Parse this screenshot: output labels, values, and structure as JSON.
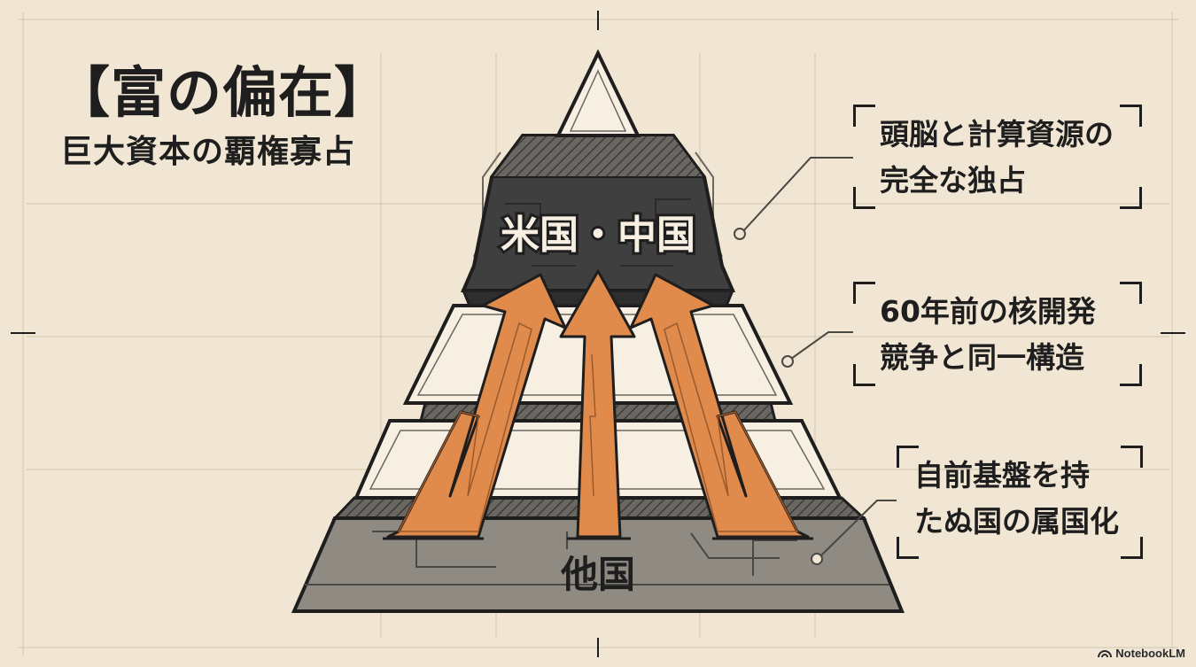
{
  "title": "【富の偏在】",
  "subtitle": "巨大資本の覇権寡占",
  "pyramid": {
    "top_label": "米国・中国",
    "bottom_label": "他国"
  },
  "callouts": [
    {
      "lines": [
        "頭脳と計算資源の",
        "完全な独占"
      ]
    },
    {
      "lines": [
        "60年前の核開発",
        "競争と同一構造"
      ]
    },
    {
      "lines": [
        "自前基盤を持",
        "たぬ国の属国化"
      ]
    }
  ],
  "watermark": "NotebookLM",
  "colors": {
    "background": "#f1e6d3",
    "ink": "#1e1e1e",
    "top_block": "#3f3f3f",
    "bottom_block": "#8f8b83",
    "arrow": "#e08a4c",
    "band": "#5a5854"
  }
}
